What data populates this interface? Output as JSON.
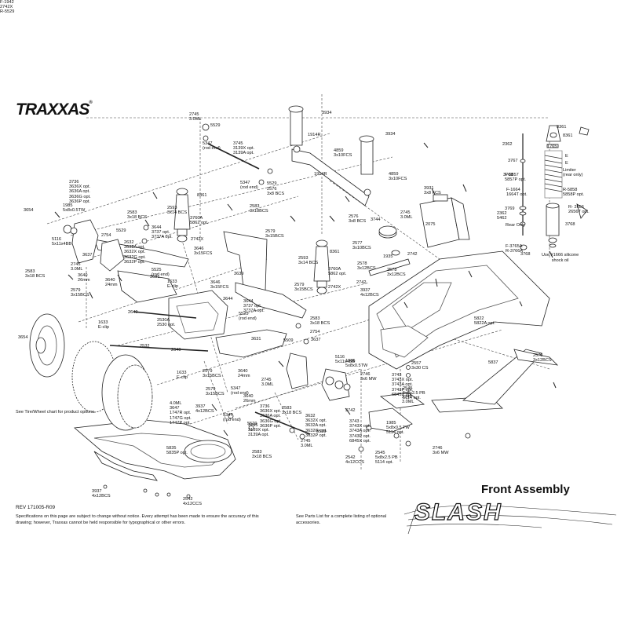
{
  "brand": {
    "logo_text": "TRAXXAS"
  },
  "title": "Front Assembly",
  "product_logo": "SLASH",
  "revision": "REV 171005-R09",
  "disclaimer": "Specifications on this page are subject to change without notice. Every attempt has been made to ensure the accuracy of this drawing; however, Traxxas cannot be held responsible for typographical or other errors.",
  "parts_list_note": "See Parts List for a complete listing of optional accessories.",
  "tire_note": "See Tire/Wheel chart for product options",
  "shock_note": "Use #1666 silicone\nshock oil",
  "callouts": [
    {
      "text": "2745\n3.0ML"
    },
    {
      "text": "5529"
    },
    {
      "text": "3934"
    },
    {
      "text": "3934"
    },
    {
      "text": "1914R"
    },
    {
      "text": "1914R"
    },
    {
      "text": "5347\n(rod end)"
    },
    {
      "text": "3745\n3139X opt.\n3139A opt."
    },
    {
      "text": "4859\n3x10FCS"
    },
    {
      "text": "4859\n3x10FCS"
    },
    {
      "text": "2576\n3x8 BCS"
    },
    {
      "text": "2576\n3x8 BCS"
    },
    {
      "text": "3736\n3636X opt.\n3636A opt.\n3636G opt.\n3636P opt."
    },
    {
      "text": "1985\n5x8x0.5TW"
    },
    {
      "text": "3654"
    },
    {
      "text": "2593\n3x14 BCS"
    },
    {
      "text": "8361"
    },
    {
      "text": "5347\n(rod end)"
    },
    {
      "text": "5529"
    },
    {
      "text": "2583\n3x18BCS"
    },
    {
      "text": "2583\n3x18 BCS"
    },
    {
      "text": "5116\n5x11x4BB"
    },
    {
      "text": "2754"
    },
    {
      "text": "5529"
    },
    {
      "text": "3644\n3737 opt.\n3737A opt."
    },
    {
      "text": "3760A\n5862 opt."
    },
    {
      "text": "2742X"
    },
    {
      "text": "3646\n3x15FCS"
    },
    {
      "text": "2579\n3x15BCS"
    },
    {
      "text": "3931\n3x8 FCS"
    },
    {
      "text": "2745\n3.0ML"
    },
    {
      "text": "2075"
    },
    {
      "text": "3744"
    },
    {
      "text": "2577\n3x10BCS"
    },
    {
      "text": "1935"
    },
    {
      "text": "2742"
    },
    {
      "text": "2578\n3x12BCS"
    },
    {
      "text": "2578\n3x12BCS"
    },
    {
      "text": "3637"
    },
    {
      "text": "2632\n3632A opt.\n3632X opt.\n3632G opt.\n3632P opt."
    },
    {
      "text": "2745\n3.0ML"
    },
    {
      "text": "3640\n26mm"
    },
    {
      "text": "3640\n24mm"
    },
    {
      "text": "2583\n3x18 BCS"
    },
    {
      "text": "2579\n3x15BCS"
    },
    {
      "text": "5525\n(rod end)"
    },
    {
      "text": "3644"
    },
    {
      "text": "3631"
    },
    {
      "text": "1633\nE-clip"
    },
    {
      "text": "3639"
    },
    {
      "text": "2593\n3x14 BCS"
    },
    {
      "text": "8361"
    },
    {
      "text": "3760A\n5862 opt."
    },
    {
      "text": "2742X"
    },
    {
      "text": "2579\n3x15BCS"
    },
    {
      "text": "3646\n3x15FCS"
    },
    {
      "text": "3644\n3737 opt.\n3737A opt."
    },
    {
      "text": "5525\n(rod end)"
    },
    {
      "text": "2583\n3x18 BCS"
    },
    {
      "text": "2742"
    },
    {
      "text": "3937\n4x12BCS"
    },
    {
      "text": "5822\n5822A opt."
    },
    {
      "text": "2640"
    },
    {
      "text": "2530A\n2530 opt."
    },
    {
      "text": "1633\nE-clip"
    },
    {
      "text": "3631"
    },
    {
      "text": "5509"
    },
    {
      "text": "2754"
    },
    {
      "text": "3637"
    },
    {
      "text": "2532"
    },
    {
      "text": "2640"
    },
    {
      "text": "3654"
    },
    {
      "text": "1633\nE-clip"
    },
    {
      "text": "2579\n3x15BCS"
    },
    {
      "text": "3640\n24mm"
    },
    {
      "text": "2745\n3.0ML"
    },
    {
      "text": "5116\n5x11x4BB"
    },
    {
      "text": "1985\n5x8x0.5TW"
    },
    {
      "text": "2557\n3x30 CS"
    },
    {
      "text": "5837"
    },
    {
      "text": "2578\n3x12BCS"
    },
    {
      "text": "2579\n3x15BCS"
    },
    {
      "text": "5347\n(rod end)"
    },
    {
      "text": "3640\n26mm"
    },
    {
      "text": "3736\n3636X opt.\n3636A opt.\n3636G opt.\n3636P opt."
    },
    {
      "text": "3743\n3743X opt.\n3743A opt.\n3743P opt.\n6845X opt."
    },
    {
      "text": "2746\n3x6 MW"
    },
    {
      "text": "2545\n5x8x2.5 PB\n5114 opt."
    },
    {
      "text": "2745\n3.0ML"
    },
    {
      "text": "3632\n3632X opt.\n3632A opt.\n3632G opt.\n3632P opt."
    },
    {
      "text": "2583\n3x18 BCS"
    },
    {
      "text": "4.0ML\n3647\n1747R opt.\n1747G opt.\n1747P opt."
    },
    {
      "text": "3937\n4x12BCS"
    },
    {
      "text": "5347\n(rod end)"
    },
    {
      "text": "5529"
    },
    {
      "text": "3745\n3139X opt.\n3139A opt."
    },
    {
      "text": "2745\n3.0ML"
    },
    {
      "text": "5529"
    },
    {
      "text": "3742"
    },
    {
      "text": "3743\n3743X opt.\n3743A opt.\n3743P opt.\n6845X opt."
    },
    {
      "text": "1985\n5x8x0.5 TW\n5114 opt."
    },
    {
      "text": "2545\n5x8x2.5 PB\n5114 opt."
    },
    {
      "text": "2746\n3x6 MW"
    },
    {
      "text": "2542\n4x12CCS"
    },
    {
      "text": "2583\n3x18 BCS"
    },
    {
      "text": "5835\n5835P opt."
    },
    {
      "text": "3937\n4x12BCS"
    },
    {
      "text": "2542\n4x12CCS"
    },
    {
      "text": "8361"
    },
    {
      "text": "8361"
    },
    {
      "text": "2362"
    },
    {
      "text": "1765"
    },
    {
      "text": "3767"
    },
    {
      "text": "E"
    },
    {
      "text": "3768"
    },
    {
      "text": "E"
    },
    {
      "text": "F-5857\n5857P opt."
    },
    {
      "text": "Limiter\n(rear only)"
    },
    {
      "text": "F-1664\n1664T opt."
    },
    {
      "text": "R-5858\n5858P opt."
    },
    {
      "text": "R- 2656\n2656T opt."
    },
    {
      "text": "3769"
    },
    {
      "text": "2362\n5462"
    },
    {
      "text": "Rear Only"
    },
    {
      "text": "3768"
    },
    {
      "text": "F-3765A\nR-3766A"
    },
    {
      "text": "3768"
    },
    {
      "text": "F-1942\n2742X\nR-5529"
    }
  ]
}
